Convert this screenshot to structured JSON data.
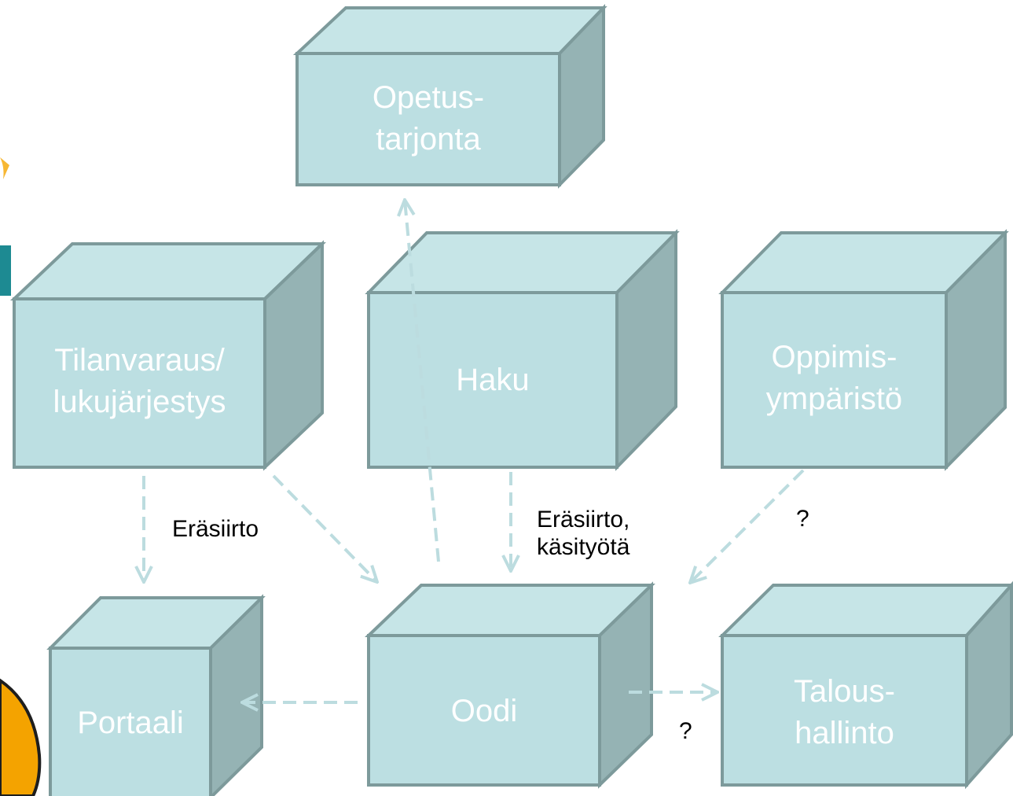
{
  "colors": {
    "box_front": "#bcdfe2",
    "box_top": "#c6e5e7",
    "box_side": "#95b3b4",
    "box_stroke": "#7d9a9b",
    "arrow": "#bcdcdf",
    "fragment_orange": "#f4a300",
    "fragment_teal": "#1d8a92"
  },
  "boxes": {
    "opetustarjonta": {
      "label": "Opetus-\ntarjonta"
    },
    "tilanvaraus": {
      "label": "Tilanvaraus/\nlukujärjestys"
    },
    "haku": {
      "label": "Haku"
    },
    "oppimisymparisto": {
      "label": "Oppimis-\nympäristö"
    },
    "portaali": {
      "label": "Portaali"
    },
    "oodi": {
      "label": "Oodi"
    },
    "taloushallinto": {
      "label": "Talous-\nhallinto"
    }
  },
  "annotations": {
    "tilanvaraus_portaali": "Eräsiirto",
    "haku_oodi": "Eräsiirto,\nkäsityötä",
    "oppimisymparisto_oodi": "?",
    "oodi_taloushallinto": "?"
  },
  "connections": [
    {
      "from": "Tilanvaraus/lukujärjestys",
      "to": "Portaali",
      "label": "Eräsiirto"
    },
    {
      "from": "Tilanvaraus/lukujärjestys",
      "to": "Oodi"
    },
    {
      "from": "Oodi",
      "to": "Opetustarjonta"
    },
    {
      "from": "Haku",
      "to": "Oodi",
      "label": "Eräsiirto, käsityötä"
    },
    {
      "from": "Oppimisympäristö",
      "to": "Oodi",
      "label": "?"
    },
    {
      "from": "Oodi",
      "to": "Portaali"
    },
    {
      "from": "Oodi",
      "to": "Taloushallinto",
      "label": "?"
    }
  ]
}
